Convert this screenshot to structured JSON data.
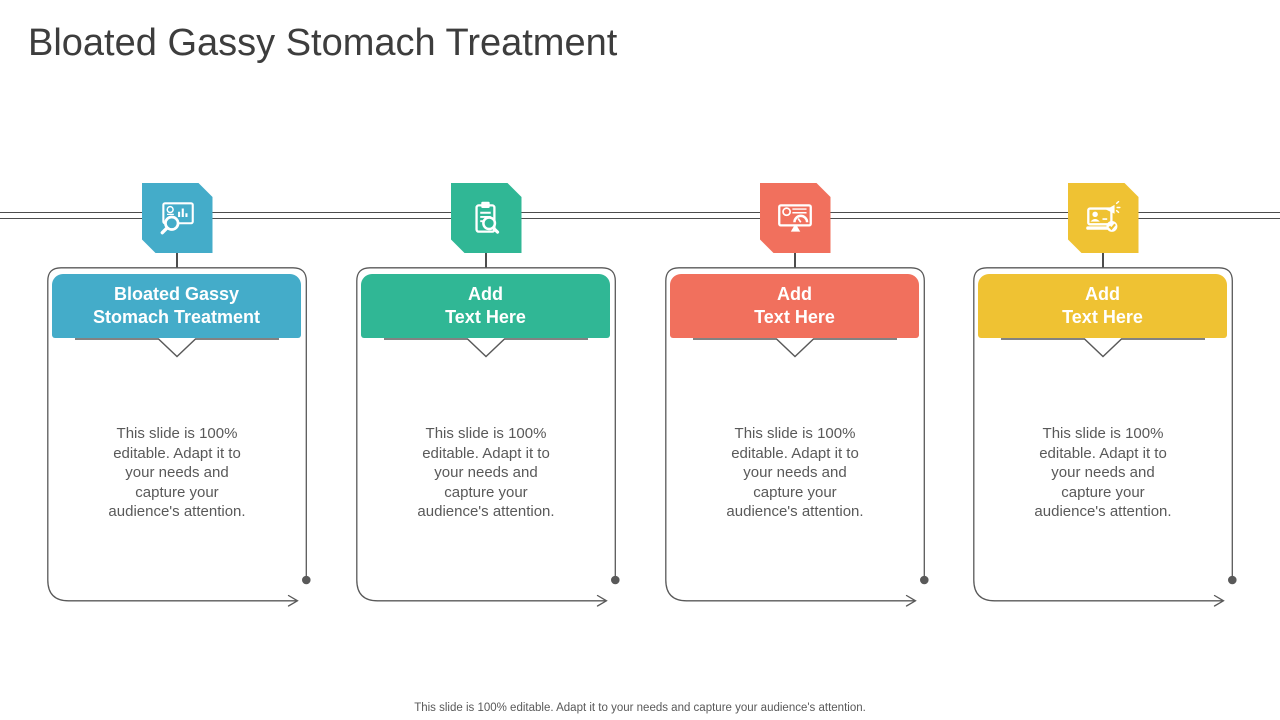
{
  "slide": {
    "title": "Bloated Gassy Stomach Treatment",
    "footer_note": "This slide is 100% editable. Adapt it to your needs and capture your audience's attention.",
    "colors": {
      "card1_teal": "#44ACC9",
      "card2_green": "#30B795",
      "card3_coral": "#F1705D",
      "card4_yellow": "#EFC233",
      "outline_gray": "#595959",
      "body_text_gray": "#595959",
      "title_text": "#3d3d3d"
    },
    "cards": [
      {
        "header_line1": "Bloated Gassy",
        "header_line2": "Stomach Treatment",
        "body": "This slide is 100% editable. Adapt it to your needs and capture your audience's attention.",
        "icon": "presentation-chart-search-icon",
        "color": "#44ACC9"
      },
      {
        "header_line1": "Add",
        "header_line2": "Text Here",
        "body": "This slide is 100% editable. Adapt it to your needs and capture your audience's attention.",
        "icon": "clipboard-search-icon",
        "color": "#30B795"
      },
      {
        "header_line1": "Add",
        "header_line2": "Text Here",
        "body": "This slide is 100% editable. Adapt it to your needs and capture your audience's attention.",
        "icon": "dashboard-monitor-icon",
        "color": "#F1705D"
      },
      {
        "header_line1": "Add",
        "header_line2": "Text Here",
        "body": "This slide is 100% editable. Adapt it to your needs and capture your audience's attention.",
        "icon": "laptop-announcement-check-icon",
        "color": "#EFC233"
      }
    ]
  }
}
